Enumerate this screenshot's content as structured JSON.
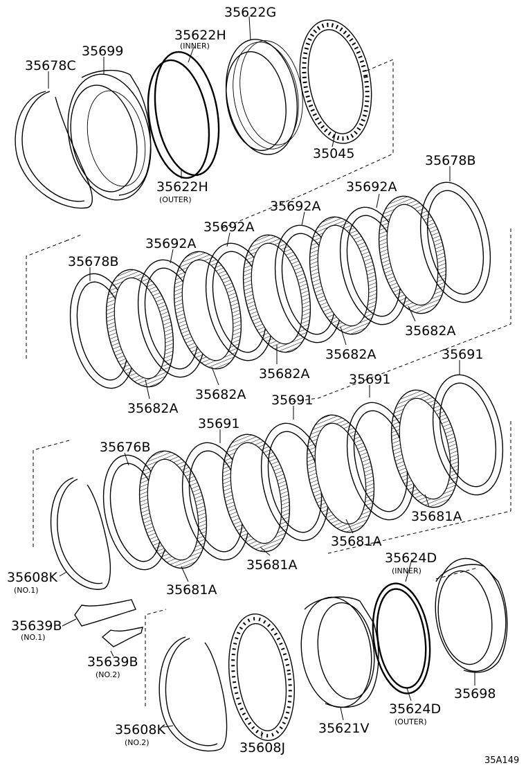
{
  "diagram_code": "35A149",
  "callouts": {
    "c35678C": "35678C",
    "c35699": "35699",
    "c35622H_in": "35622H",
    "c35622H_in_sub": "(INNER)",
    "c35622G": "35622G",
    "c35045": "35045",
    "c35622H_out": "35622H",
    "c35622H_out_sub": "(OUTER)",
    "c35678B_top": "35678B",
    "c35692A_1": "35692A",
    "c35692A_2": "35692A",
    "c35692A_3": "35692A",
    "c35692A_4": "35692A",
    "c35678B_left": "35678B",
    "c35682A_1": "35682A",
    "c35682A_2": "35682A",
    "c35682A_3": "35682A",
    "c35682A_4": "35682A",
    "c35682A_5": "35682A",
    "c35691_1": "35691",
    "c35691_2": "35691",
    "c35691_3": "35691",
    "c35691_4": "35691",
    "c35676B": "35676B",
    "c35608K_1": "35608K",
    "c35608K_1_sub": "(NO.1)",
    "c35681A_1": "35681A",
    "c35681A_2": "35681A",
    "c35681A_3": "35681A",
    "c35681A_4": "35681A",
    "c35639B_1": "35639B",
    "c35639B_1_sub": "(NO.1)",
    "c35639B_2": "35639B",
    "c35639B_2_sub": "(NO.2)",
    "c35624D_in": "35624D",
    "c35624D_in_sub": "(INNER)",
    "c35624D_out": "35624D",
    "c35624D_out_sub": "(OUTER)",
    "c35698": "35698",
    "c35621V": "35621V",
    "c35608K_2": "35608K",
    "c35608K_2_sub": "(NO.2)",
    "c35608J": "35608J"
  }
}
